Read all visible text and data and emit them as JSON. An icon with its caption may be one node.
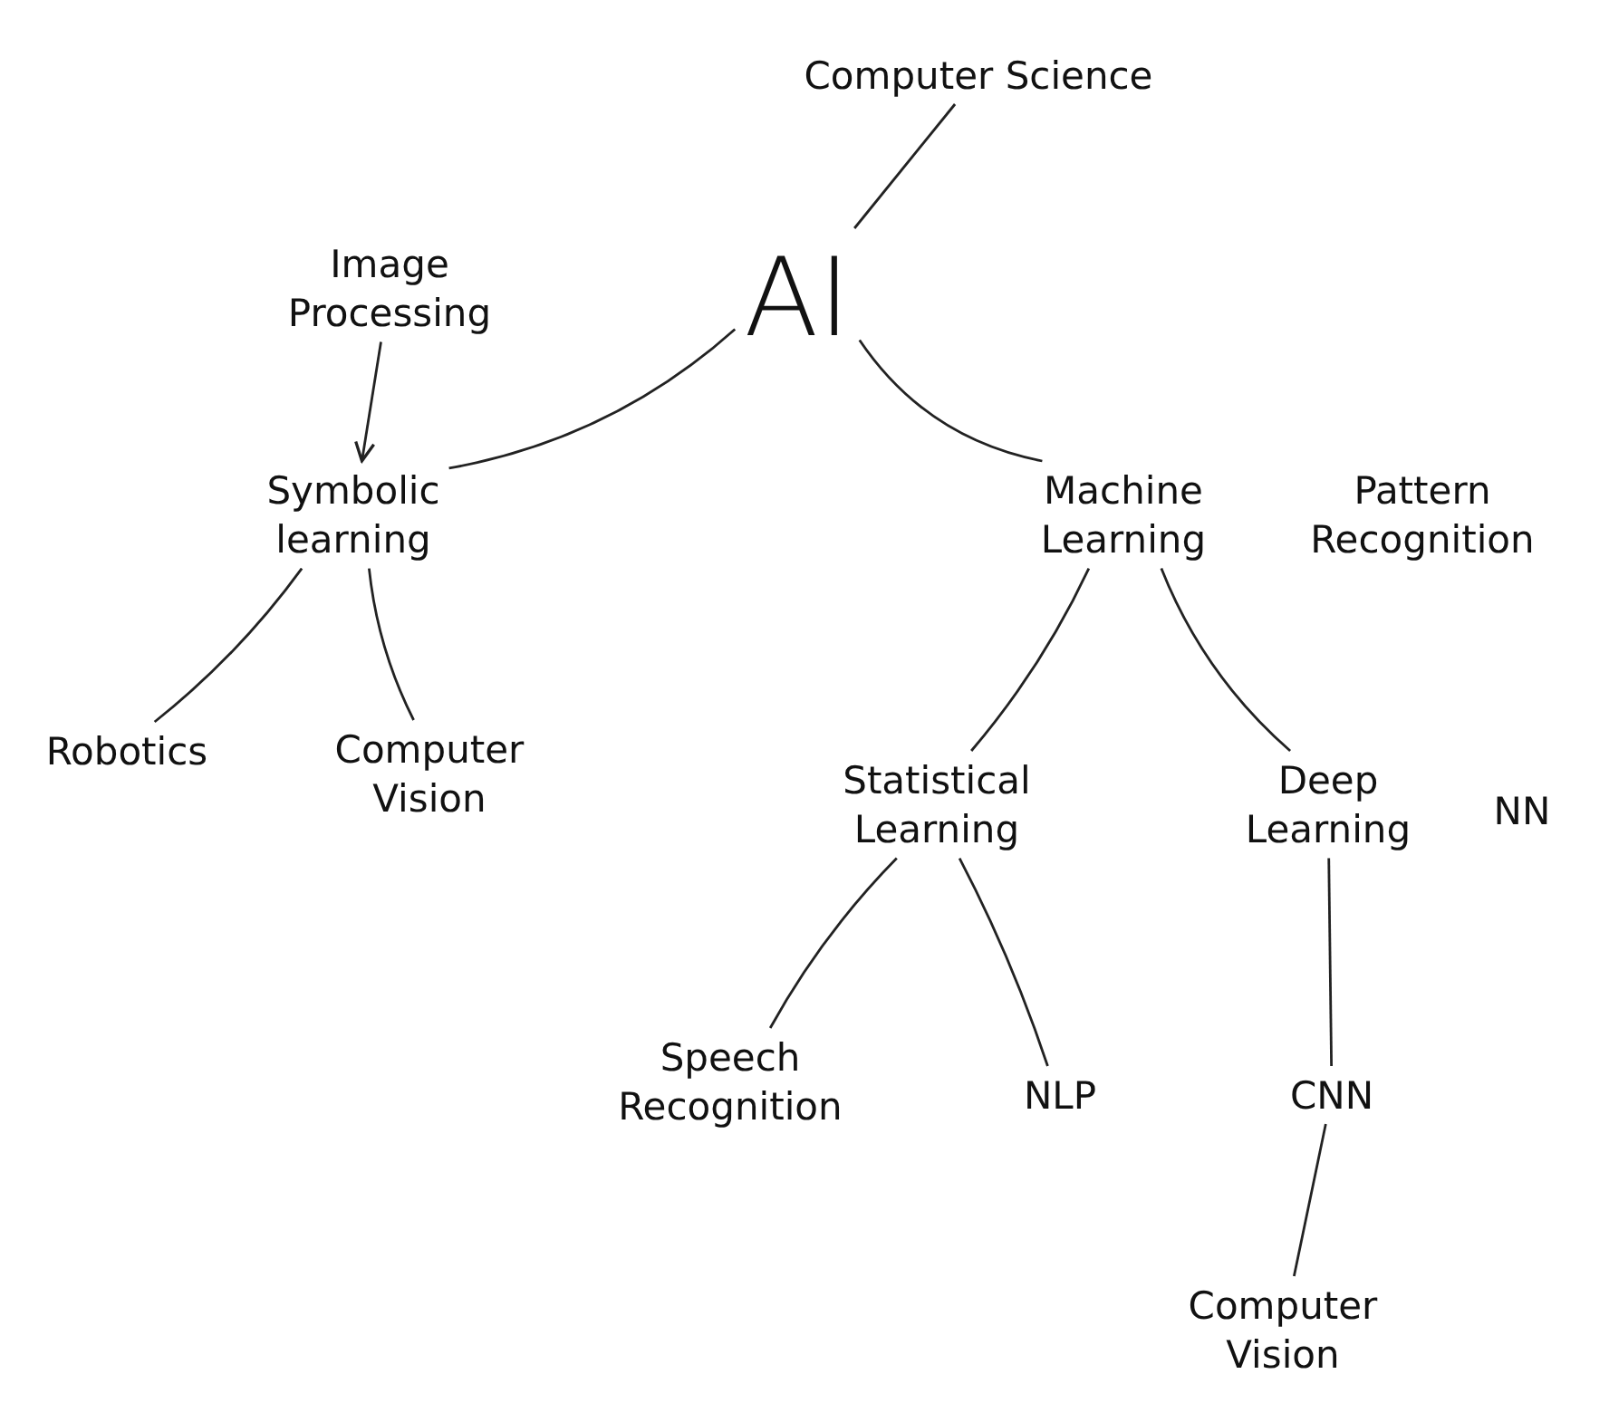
{
  "diagram": {
    "nodes": [
      {
        "text": [
          "Computer Science"
        ]
      },
      {
        "text": [
          "AI"
        ]
      },
      {
        "text": [
          "Image Processing"
        ]
      },
      {
        "text": [
          "Symbolic learning"
        ]
      },
      {
        "text": [
          "Machine Learning"
        ]
      },
      {
        "text": [
          "Robotics"
        ]
      },
      {
        "text": [
          "Computer Vision"
        ]
      },
      {
        "text": [
          "Statistical Learning"
        ]
      },
      {
        "text": [
          "Deep Learning"
        ]
      },
      {
        "text": [
          "Speech Recognition"
        ]
      },
      {
        "text": [
          "NLP"
        ]
      },
      {
        "text": [
          "CNN"
        ]
      },
      {
        "text": [
          "Computer Vision"
        ]
      }
    ],
    "edges": [
      {
        "from": 0,
        "to": 1,
        "arrow": "none"
      },
      {
        "from": 1,
        "to": 3,
        "arrow": "none"
      },
      {
        "from": 1,
        "to": 4,
        "arrow": "none"
      },
      {
        "from": 2,
        "to": 3,
        "arrow": "to"
      },
      {
        "from": 3,
        "to": 5,
        "arrow": "none"
      },
      {
        "from": 3,
        "to": 6,
        "arrow": "none"
      },
      {
        "from": 4,
        "to": 7,
        "arrow": "none"
      },
      {
        "from": 4,
        "to": 8,
        "arrow": "none"
      },
      {
        "from": 7,
        "to": 9,
        "arrow": "none"
      },
      {
        "from": 7,
        "to": 10,
        "arrow": "none"
      },
      {
        "from": 8,
        "to": 11,
        "arrow": "none"
      },
      {
        "from": 11,
        "to": 12,
        "arrow": "none"
      }
    ],
    "labels": [
      "Pattern Recognition",
      "NN"
    ]
  }
}
